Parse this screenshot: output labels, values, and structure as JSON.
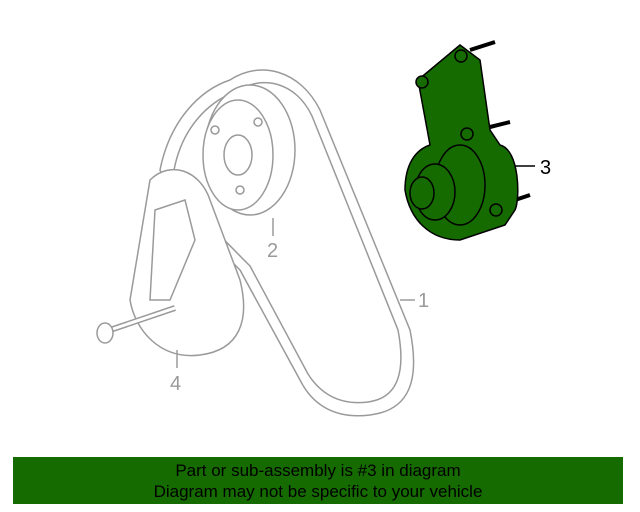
{
  "diagram": {
    "callouts": [
      {
        "number": "1",
        "highlighted": false
      },
      {
        "number": "2",
        "highlighted": false
      },
      {
        "number": "3",
        "highlighted": true
      },
      {
        "number": "4",
        "highlighted": false
      }
    ],
    "highlight_color": "#156b00",
    "line_color": "#9a9a9a"
  },
  "banner": {
    "line1": "Part or sub-assembly is #3 in diagram",
    "line2": "Diagram may not be specific to your vehicle"
  }
}
